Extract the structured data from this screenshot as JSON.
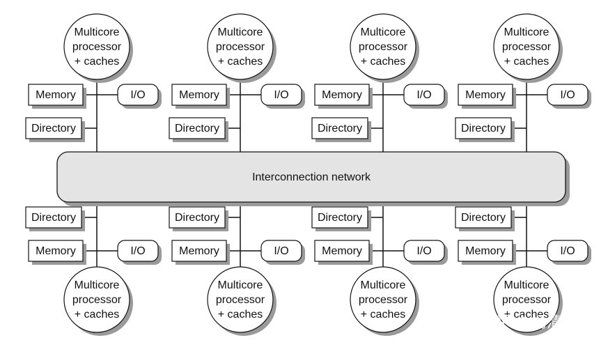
{
  "network": {
    "label": "Interconnection network"
  },
  "node_labels": {
    "processor_lines": [
      "Multicore",
      "processor",
      "+ caches"
    ],
    "memory": "Memory",
    "directory": "Directory",
    "io": "I/O"
  },
  "top_nodes": [
    {
      "id": "node-1"
    },
    {
      "id": "node-2"
    },
    {
      "id": "node-3"
    },
    {
      "id": "node-4"
    }
  ],
  "bottom_nodes": [
    {
      "id": "node-5"
    },
    {
      "id": "node-6"
    },
    {
      "id": "node-7"
    },
    {
      "id": "node-8"
    }
  ],
  "watermark": {
    "text": "知乎 @杨清荃"
  },
  "colors": {
    "network_fill": "#e4e4e4",
    "box_fill": "#ffffff",
    "stroke": "#111111",
    "shadow": "#9a9a9a"
  }
}
